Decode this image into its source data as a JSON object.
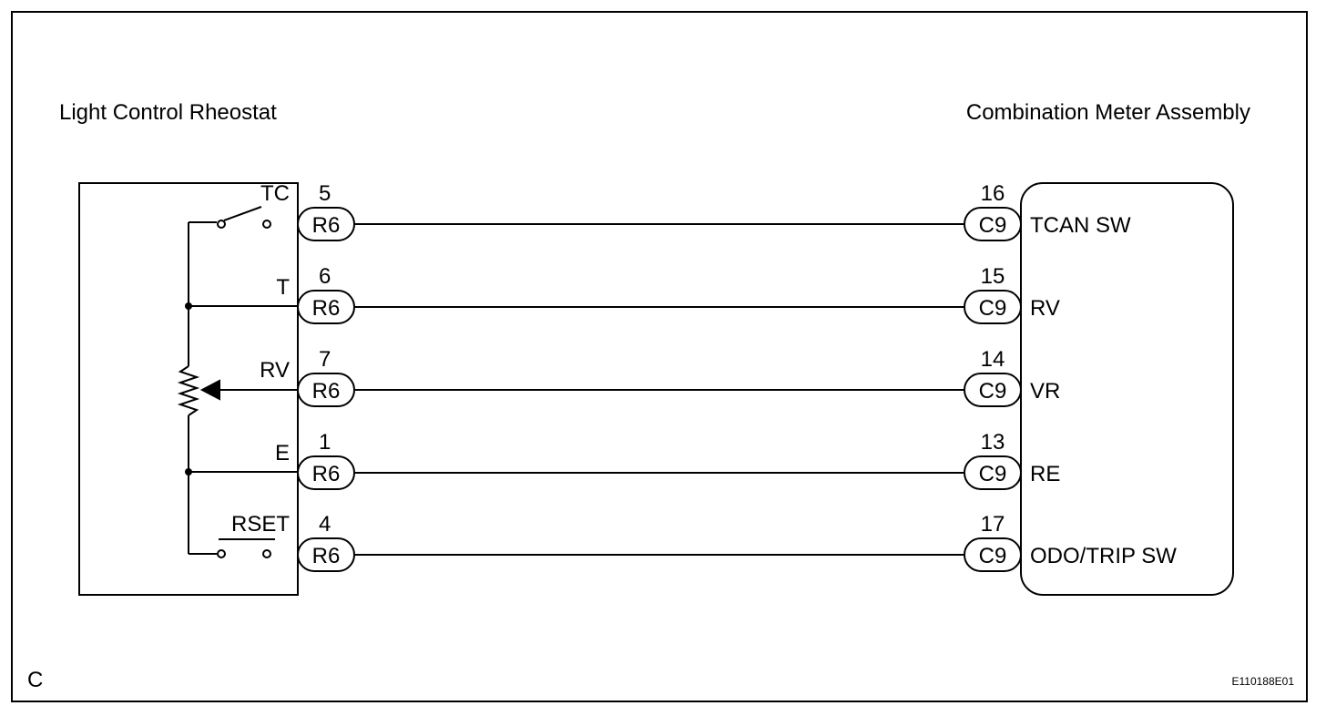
{
  "left_component": {
    "title": "Light Control Rheostat"
  },
  "right_component": {
    "title": "Combination Meter Assembly"
  },
  "wires": [
    {
      "left_terminal": "TC",
      "left_pin": "5",
      "left_connector": "R6",
      "right_connector": "C9",
      "right_pin": "16",
      "right_terminal": "TCAN SW"
    },
    {
      "left_terminal": "T",
      "left_pin": "6",
      "left_connector": "R6",
      "right_connector": "C9",
      "right_pin": "15",
      "right_terminal": "RV"
    },
    {
      "left_terminal": "RV",
      "left_pin": "7",
      "left_connector": "R6",
      "right_connector": "C9",
      "right_pin": "14",
      "right_terminal": "VR"
    },
    {
      "left_terminal": "E",
      "left_pin": "1",
      "left_connector": "R6",
      "right_connector": "C9",
      "right_pin": "13",
      "right_terminal": "RE"
    },
    {
      "left_terminal": "RSET",
      "left_pin": "4",
      "left_connector": "R6",
      "right_connector": "C9",
      "right_pin": "17",
      "right_terminal": "ODO/TRIP SW"
    }
  ],
  "footer": {
    "code": "C",
    "figure_id": "E110188E01"
  }
}
